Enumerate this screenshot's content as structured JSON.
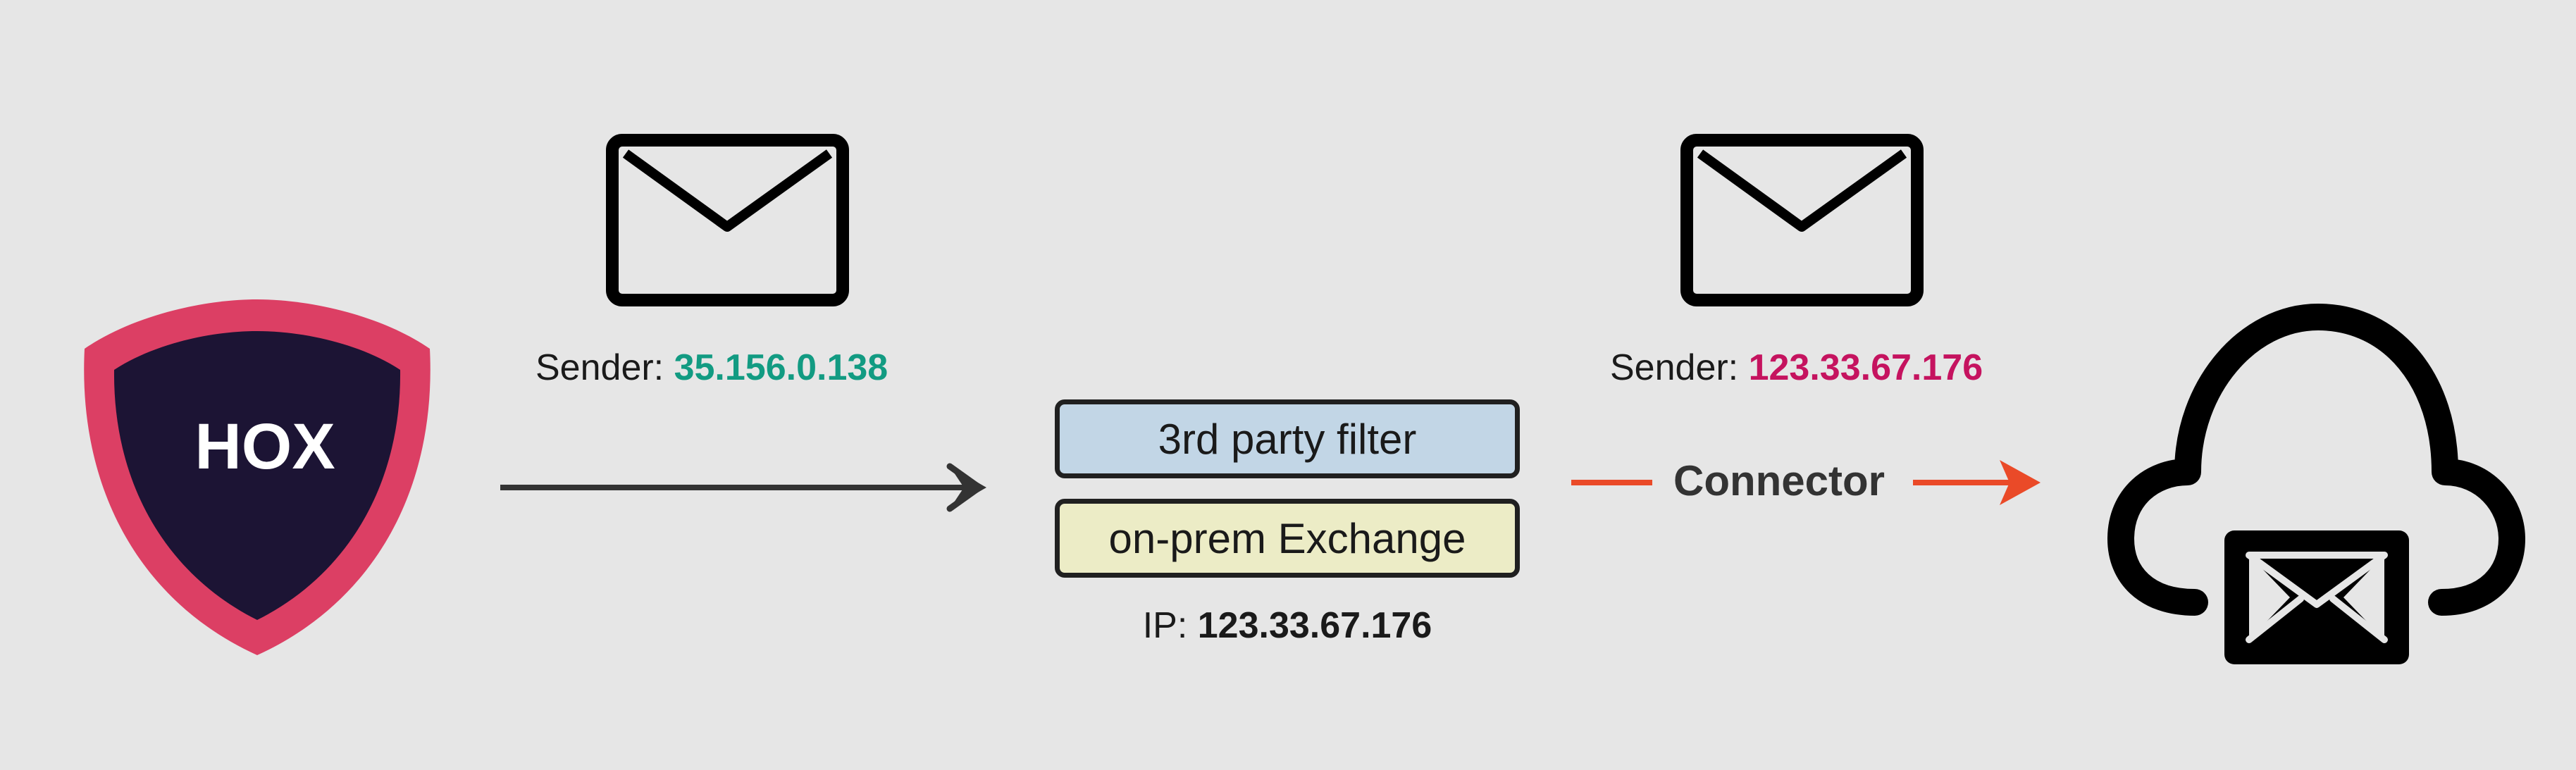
{
  "colors": {
    "background": "#e6e6e6",
    "shield_outer": "#dc3f64",
    "shield_inner": "#1c1434",
    "sender1_ip": "#129b82",
    "sender2_ip": "#c5135f",
    "connector_arrow": "#ea4a28",
    "filter_box": "#c2d6e6",
    "exchange_box": "#ececc6"
  },
  "logo": {
    "text": "HOX",
    "icon": "hox-shield-logo"
  },
  "sender_left": {
    "label": "Sender: ",
    "ip": "35.156.0.138",
    "icon": "envelope-icon"
  },
  "sender_right": {
    "label": "Sender: ",
    "ip": "123.33.67.176",
    "icon": "envelope-icon"
  },
  "server": {
    "filter_label": "3rd party filter",
    "exchange_label": "on-prem Exchange",
    "ip_label": "IP: ",
    "ip_value": "123.33.67.176"
  },
  "connector": {
    "label": "Connector"
  },
  "destination": {
    "icon": "cloud-mail-icon"
  }
}
